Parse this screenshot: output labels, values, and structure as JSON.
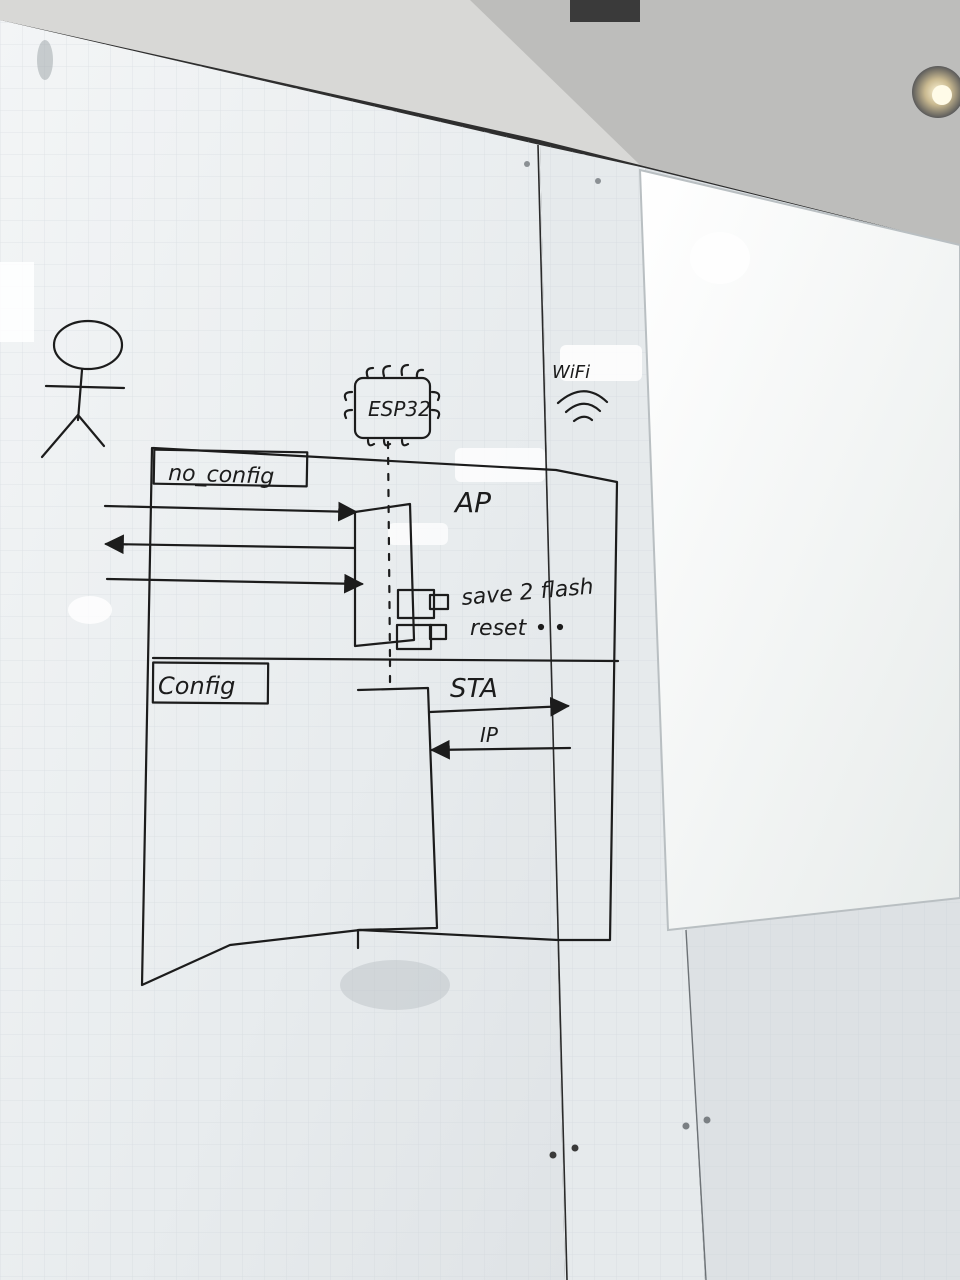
{
  "diagram": {
    "device_label": "ESP32",
    "wifi_label": "WiFi",
    "state_no_config": "no_config",
    "state_config": "Config",
    "mode_ap": "AP",
    "action_save": "save 2 flash",
    "action_reset": "reset",
    "mode_sta": "STA",
    "message_ip": "IP"
  },
  "colors": {
    "ink": "#1c1c1c",
    "board": "#eef1f3",
    "wall": "#2b2b2b",
    "screen": "#f4f6f6"
  },
  "icons": {
    "actor": "stick-figure-icon",
    "wifi": "wifi-icon",
    "chip": "microchip-icon"
  }
}
